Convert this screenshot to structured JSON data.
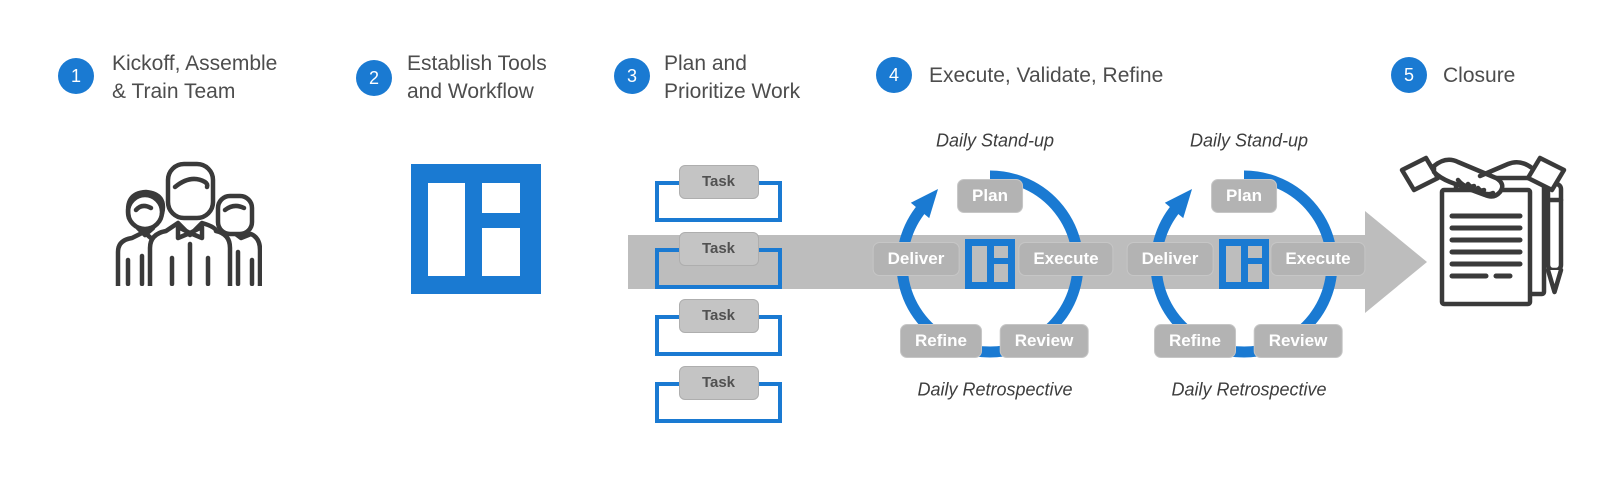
{
  "title": "Agile project delivery process diagram",
  "colors": {
    "accent_blue": "#1a7ad2",
    "flow_arrow_gray": "#bdbdbd",
    "stage_box_gray": "#b3b3b3",
    "task_box_gray": "#c4c4c4",
    "title_text": "#4d4d4d",
    "icon_outline": "#3a3a3a"
  },
  "steps": [
    {
      "number": "1",
      "line1": "Kickoff, Assemble",
      "line2": "& Train Team"
    },
    {
      "number": "2",
      "line1": "Establish Tools",
      "line2": "and Workflow"
    },
    {
      "number": "3",
      "line1": "Plan and",
      "line2": "Prioritize Work"
    },
    {
      "number": "4",
      "line1": "Execute, Validate, Refine",
      "line2": ""
    },
    {
      "number": "5",
      "line1": "Closure",
      "line2": ""
    }
  ],
  "tasks": [
    "Task",
    "Task",
    "Task",
    "Task"
  ],
  "loops": [
    {
      "top_caption": "Daily Stand-up",
      "bottom_caption": "Daily Retrospective",
      "plan": "Plan",
      "execute": "Execute",
      "review": "Review",
      "refine": "Refine",
      "deliver": "Deliver"
    },
    {
      "top_caption": "Daily Stand-up",
      "bottom_caption": "Daily Retrospective",
      "plan": "Plan",
      "execute": "Execute",
      "review": "Review",
      "refine": "Refine",
      "deliver": "Deliver"
    }
  ],
  "icons": {
    "step1": "team-people-outline",
    "step2": "kanban-board-filled",
    "loop_center": "kanban-board-outline",
    "flow": "right-flow-arrow",
    "cycle": "clockwise-circular-arrow",
    "step5": "handshake-contract-and-pen"
  }
}
